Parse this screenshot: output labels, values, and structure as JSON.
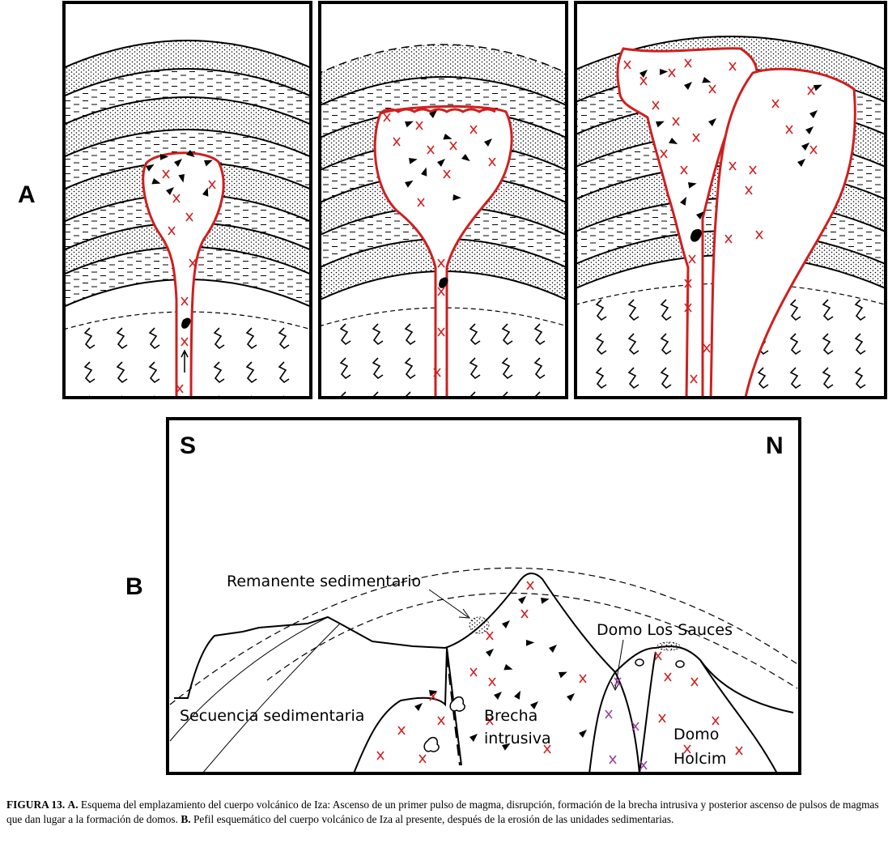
{
  "figure": {
    "label_a": "A",
    "label_b": "B",
    "panel_b": {
      "south": "S",
      "north": "N",
      "annotations": {
        "remanente": "Remanente sedimentario",
        "domo_sauces": "Domo Los Sauces",
        "secuencia": "Secuencia sedimentaria",
        "brecha_line1": "Brecha",
        "brecha_line2": "intrusiva",
        "holcim_line1": "Domo",
        "holcim_line2": "Holcim"
      }
    },
    "colors": {
      "magma": "#d01f1f",
      "purple_x": "#9b3fa0",
      "ink": "#000000"
    }
  },
  "caption": {
    "title": "FIGURA 13.",
    "a_marker": "A.",
    "a_text": "Esquema del emplazamiento del cuerpo volcánico de Iza: Ascenso de un primer pulso de magma, disrupción, formación de la brecha intrusiva y posterior ascenso de pulsos de magmas que dan lugar a la formación de domos.",
    "b_marker": "B.",
    "b_text": "Pefil esquemático del cuerpo volcánico de Iza al presente, después de la erosión de las unidades sedimentarias."
  }
}
